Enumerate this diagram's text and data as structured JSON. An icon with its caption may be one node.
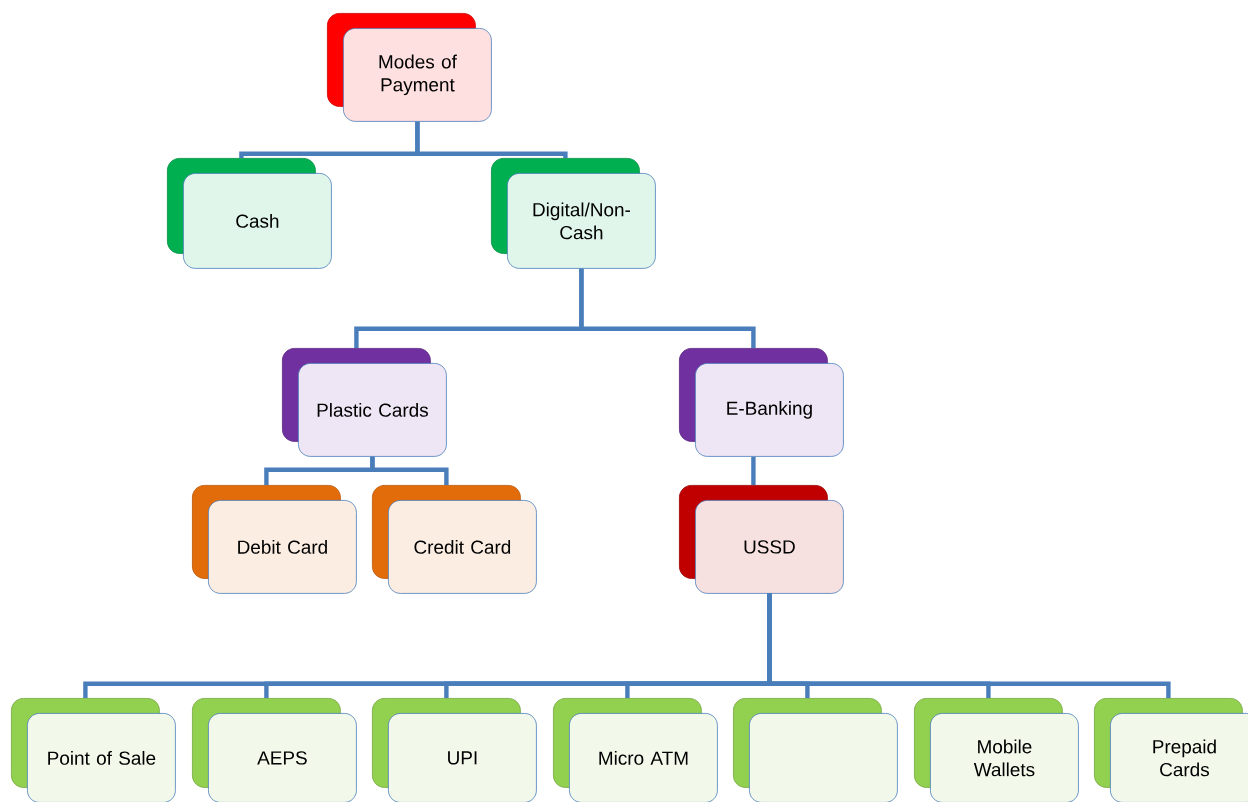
{
  "diagram": {
    "nodes": [
      {
        "text": [
          "Modes of Payment"
        ]
      },
      {
        "text": [
          "Cash"
        ]
      },
      {
        "text": [
          "Digital/Non-Cash"
        ]
      },
      {
        "text": [
          "Plastic Cards"
        ]
      },
      {
        "text": [
          "E-Banking"
        ]
      },
      {
        "text": [
          "Debit Card"
        ]
      },
      {
        "text": [
          "Credit Card"
        ]
      },
      {
        "text": [
          "USSD"
        ]
      },
      {
        "text": [
          "Point of Sale"
        ]
      },
      {
        "text": [
          "AEPS"
        ]
      },
      {
        "text": [
          "UPI"
        ]
      },
      {
        "text": [
          "Micro ATM"
        ]
      },
      {
        "text": [],
        "shape": "box"
      },
      {
        "text": [
          "Mobile Wallets"
        ]
      },
      {
        "text": [
          "Prepaid Cards"
        ]
      }
    ],
    "edges": [
      {
        "from": 0,
        "to": 1,
        "arrow": "none"
      },
      {
        "from": 0,
        "to": 2,
        "arrow": "none"
      },
      {
        "from": 2,
        "to": 3,
        "arrow": "none"
      },
      {
        "from": 2,
        "to": 4,
        "arrow": "none"
      },
      {
        "from": 3,
        "to": 5,
        "arrow": "none"
      },
      {
        "from": 3,
        "to": 6,
        "arrow": "none"
      },
      {
        "from": 4,
        "to": 7,
        "arrow": "none"
      },
      {
        "from": 7,
        "to": 8,
        "arrow": "none"
      },
      {
        "from": 7,
        "to": 9,
        "arrow": "none"
      },
      {
        "from": 7,
        "to": 10,
        "arrow": "none"
      },
      {
        "from": 7,
        "to": 11,
        "arrow": "none"
      },
      {
        "from": 7,
        "to": 12,
        "arrow": "none"
      },
      {
        "from": 7,
        "to": 13,
        "arrow": "none"
      },
      {
        "from": 7,
        "to": 14,
        "arrow": "none"
      }
    ]
  }
}
